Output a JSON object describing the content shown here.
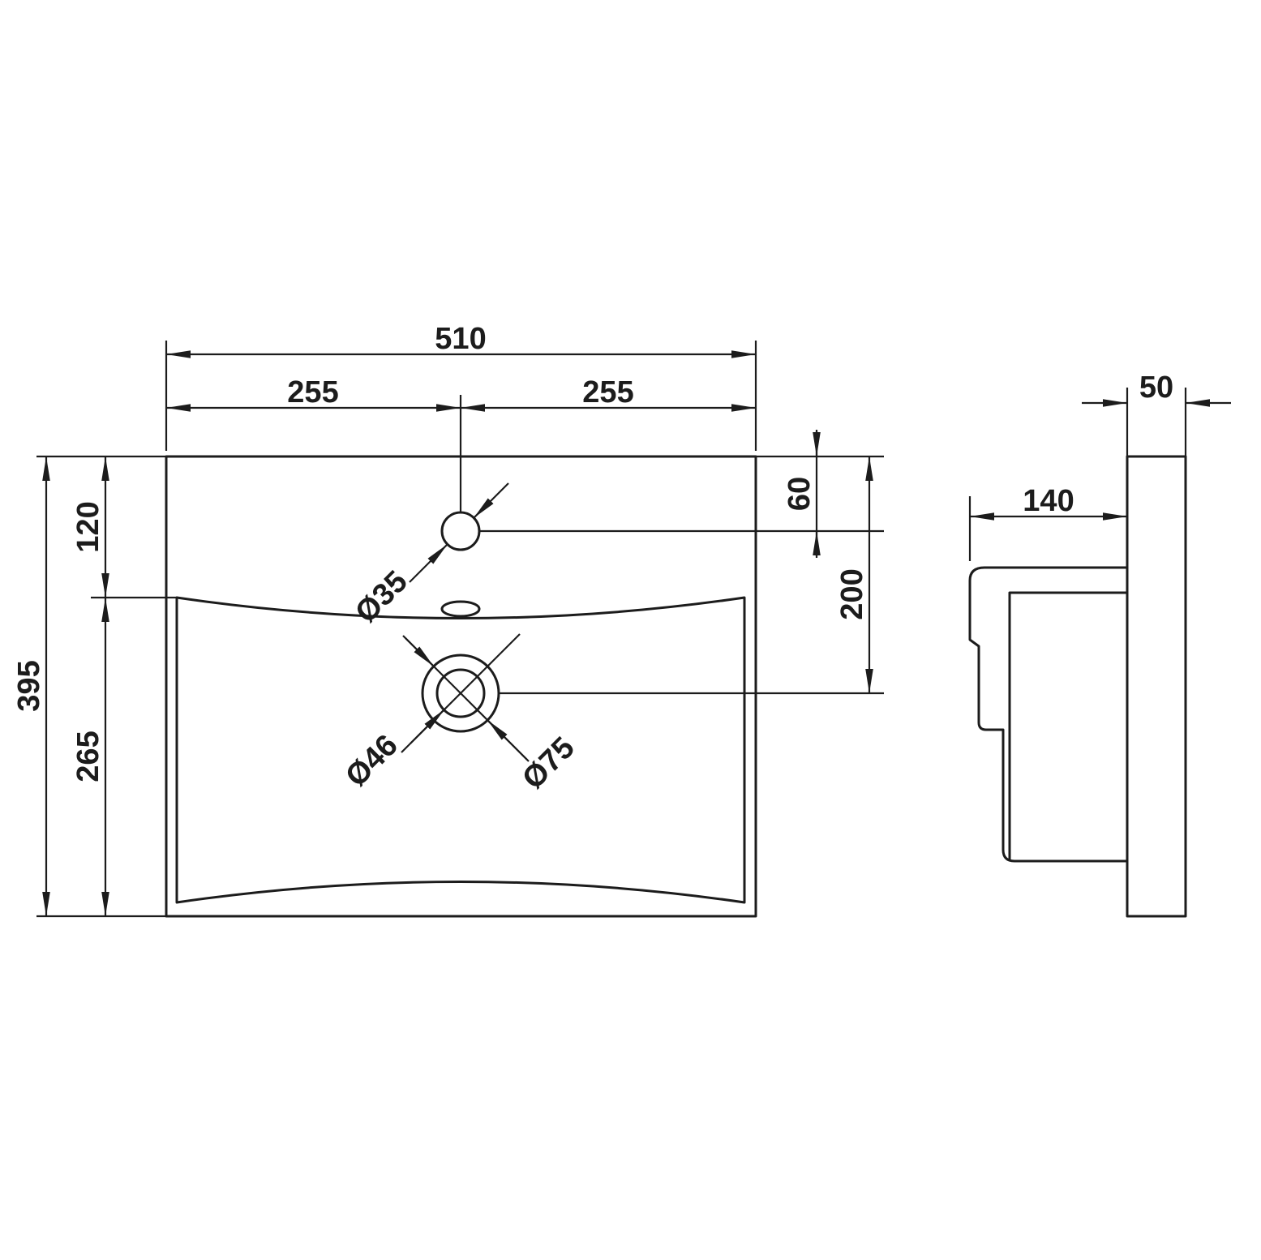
{
  "drawing": {
    "background_color": "#ffffff",
    "line_color": "#1c1c1c",
    "plan_view": {
      "overall_width": "510",
      "left_half_width": "255",
      "right_half_width": "255",
      "overall_depth": "395",
      "rear_ledge_depth": "120",
      "bowl_depth": "265",
      "tap_hole_diameter": "Ø35",
      "waste_inner_diameter": "Ø46",
      "waste_outer_diameter": "Ø75",
      "tap_hole_offset_from_rear": "60",
      "waste_offset_from_rear": "200"
    },
    "side_view": {
      "panel_thickness": "50",
      "basin_projection": "140"
    }
  }
}
